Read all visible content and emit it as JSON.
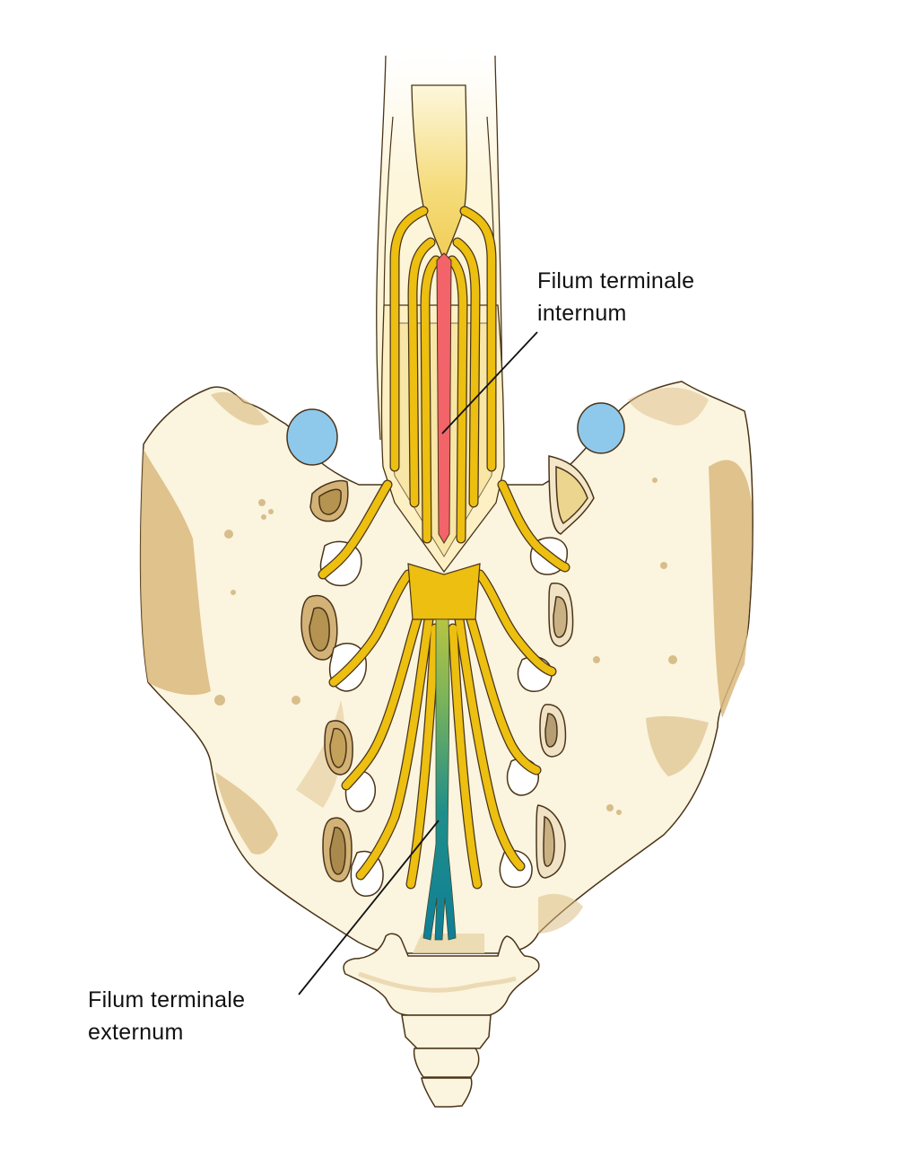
{
  "diagram": {
    "subject": "Sacrum with dural sac, cauda equina and filum terminale",
    "labels": [
      {
        "id": "internum",
        "line1": "Filum terminale",
        "line2": "internum"
      },
      {
        "id": "externum",
        "line1": "Filum terminale",
        "line2": "externum"
      }
    ],
    "colors": {
      "background": "#ffffff",
      "bone": "#fbf4df",
      "bone_shade": "#d9b97e",
      "outline": "#4a3418",
      "nerve": "#ecbf10",
      "dura": "#fdf0c4",
      "filum_internum": "#f2636a",
      "filum_externum_top": "#8cb84a",
      "filum_externum_bottom": "#0f8496",
      "vessel": "#8ec9ec",
      "leader_line": "#111111"
    }
  }
}
